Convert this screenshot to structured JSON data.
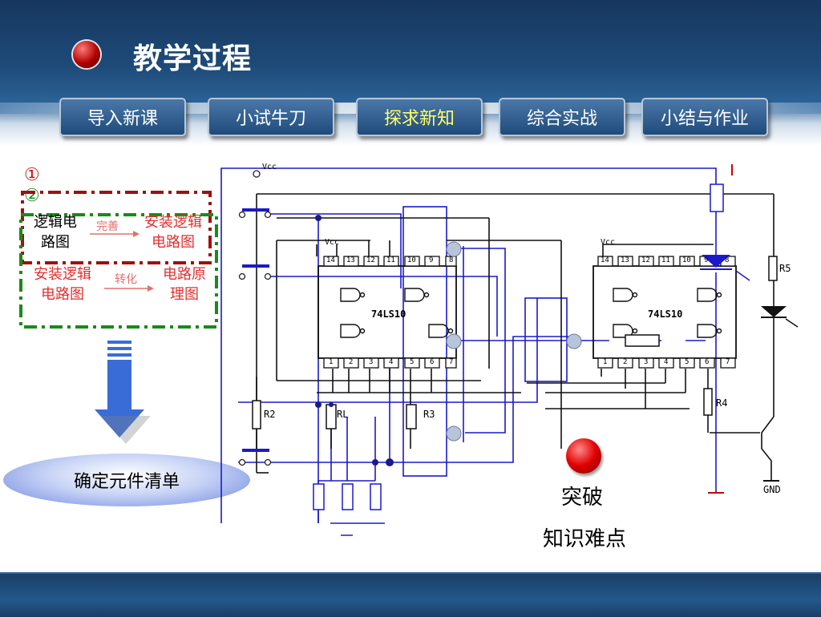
{
  "header": {
    "title": "教学过程"
  },
  "nav": [
    {
      "label": "导入新课",
      "active": false
    },
    {
      "label": "小试牛刀",
      "active": false
    },
    {
      "label": "探求新知",
      "active": true
    },
    {
      "label": "综合实战",
      "active": false
    },
    {
      "label": "小结与作业",
      "active": false
    }
  ],
  "flow": {
    "step1_num": "①",
    "step2_num": "②",
    "logic_circuit": "逻辑电路图",
    "logic_line1": "逻辑电",
    "logic_line2": "路图",
    "arrow1": "完善",
    "install_logic": "安装逻辑电路图",
    "install_logic_line1": "安装逻辑",
    "install_logic_line2": "电路图",
    "install_line1": "安装逻辑",
    "install_line2": "电路图",
    "arrow2": "转化",
    "principle_line1": "电路原",
    "principle_line2": "理图",
    "result": "确定元件清单"
  },
  "breakthrough": {
    "line1": "突破",
    "line2": "知识难点"
  },
  "circuit": {
    "chip_left": "74LS10",
    "chip_right": "74LS10",
    "labels": {
      "r2": "R2",
      "rl": "RL",
      "r3": "R3",
      "r4": "R4",
      "r5": "R5",
      "gnd": "GND",
      "vcc": "Vcc",
      "vcc_left": "Vcc",
      "vcc_right": "Vcc"
    },
    "top_pins": [
      "14",
      "13",
      "12",
      "11",
      "10",
      "9",
      "8"
    ],
    "bottom_pins": [
      "1",
      "2",
      "3",
      "4",
      "5",
      "6",
      "7"
    ]
  },
  "colors": {
    "accent": "#ffff66",
    "red_text": "#e03030",
    "dashed_red": "#a01010",
    "dashed_green": "#1a8a1a",
    "wire_blue": "#1a1acc"
  }
}
